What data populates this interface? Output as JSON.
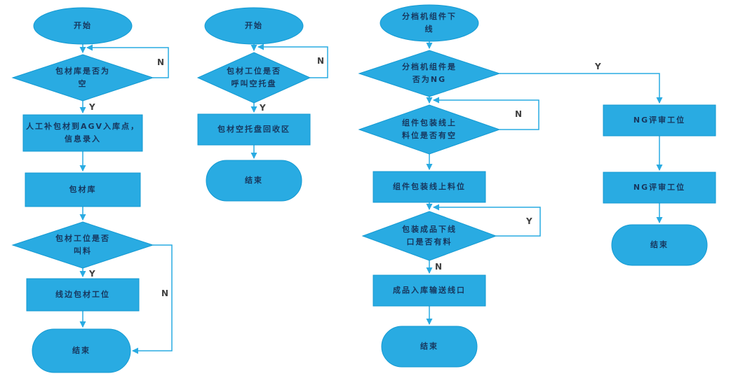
{
  "diagram": {
    "colors": {
      "shape": "#29abe2",
      "stroke": "#149ad2",
      "text": "#17375e",
      "edge_label": "#404040",
      "background": "#ffffff"
    },
    "flow1": {
      "start": "开始",
      "check_warehouse_empty": "包材库是否为空",
      "manual_refill": "人工补包材到AGV入库点，信息录入",
      "warehouse": "包材库",
      "check_station_call": "包材工位是否叫料",
      "line_side_station": "线边包材工位",
      "end": "结束",
      "labels": {
        "n1": "N",
        "y1": "Y",
        "y2": "Y",
        "n2": "N"
      }
    },
    "flow2": {
      "start": "开始",
      "check_empty_pallet_call": "包材工位是否呼叫空托盘",
      "pallet_recycle_area": "包材空托盘回收区",
      "end": "结束",
      "labels": {
        "n1": "N",
        "y1": "Y"
      }
    },
    "flow3": {
      "start": "分档机组件下线",
      "check_ng": "分档机组件是否为NG",
      "check_feed_slot_empty": "组件包装线上料位是否有空",
      "feed_slot": "组件包装线上料位",
      "check_outlet_material": "包装成品下线口是否有料",
      "inbound_conveyor": "成品入库输送线口",
      "end": "结束",
      "labels": {
        "y_ng": "Y",
        "n1": "N",
        "y2": "Y",
        "n2": "N"
      }
    },
    "flow4": {
      "ng_review_1": "NG评审工位",
      "ng_review_2": "NG评审工位",
      "end": "结束"
    }
  }
}
